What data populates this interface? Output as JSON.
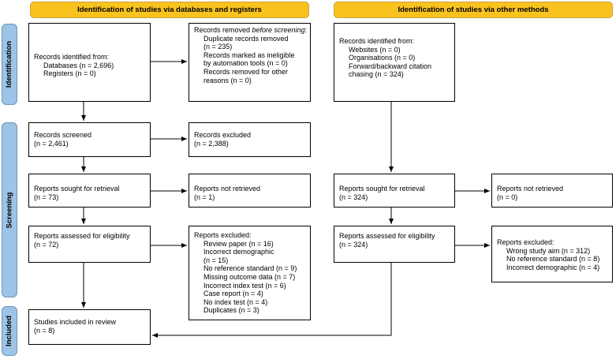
{
  "headers": {
    "databases": "Identification of studies via databases and registers",
    "other": "Identification of studies via other methods"
  },
  "phases": {
    "identification": "Identification",
    "screening": "Screening",
    "included": "Included"
  },
  "left": {
    "identified": {
      "title": "Records identified from:",
      "items": [
        "Databases (n = 2,696)",
        "Registers (n = 0)"
      ]
    },
    "removed": {
      "title_prefix": "Records removed ",
      "title_em": "before screening",
      "title_suffix": ":",
      "items": [
        "Duplicate records removed",
        "(n = 235)",
        "Records marked as ineligible",
        "by automation tools (n = 0)",
        "Records removed for other",
        "reasons (n = 0)"
      ]
    },
    "screened": {
      "title": "Records screened",
      "count": "(n = 2,461)"
    },
    "excluded": {
      "title": "Records excluded",
      "count": "(n = 2,388)"
    },
    "sought": {
      "title": "Reports sought for retrieval",
      "count": "(n = 73)"
    },
    "not_retrieved": {
      "title": "Reports not retrieved",
      "count": "(n = 1)"
    },
    "assessed": {
      "title": "Reports assessed for eligibility",
      "count": "(n = 72)"
    },
    "reports_excluded": {
      "title": "Reports excluded:",
      "items": [
        "Review paper (n = 16)",
        "Incorrect demographic",
        "(n = 15)",
        "No reference standard (n = 9)",
        "Missing outcome data (n = 7)",
        "Incorrect index test (n = 6)",
        "Case report (n = 4)",
        "No index test (n = 4)",
        "Duplicates (n = 3)"
      ]
    },
    "included": {
      "title": "Studies included in review",
      "count": "(n = 8)"
    }
  },
  "right": {
    "identified": {
      "title": "Records identified from:",
      "items": [
        "Websites (n = 0)",
        "Organisations (n = 0)",
        "Forward/backward citation",
        "chasing (n = 324)"
      ]
    },
    "sought": {
      "title": "Reports sought for retrieval",
      "count": "(n = 324)"
    },
    "not_retrieved": {
      "title": "Reports not retrieved",
      "count": "(n = 0)"
    },
    "assessed": {
      "title": "Reports assessed for eligibility",
      "count": "(n = 324)"
    },
    "reports_excluded": {
      "title": "Reports excluded:",
      "items": [
        "Wrong study aim (n = 312)",
        "No reference standard (n = 8)",
        "Incorrect demographic (n = 4)"
      ]
    }
  }
}
